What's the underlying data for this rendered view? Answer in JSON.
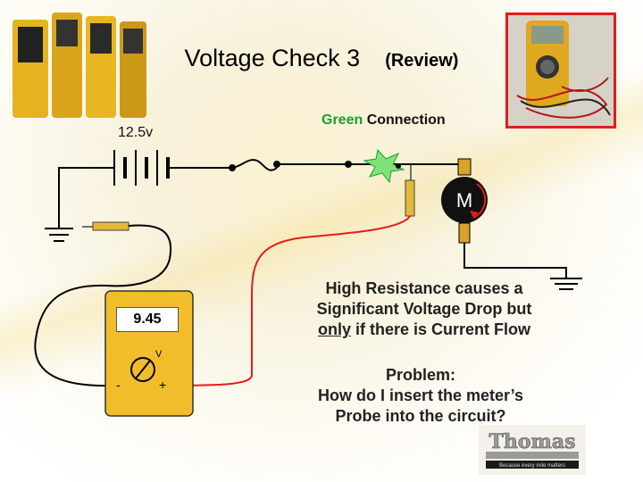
{
  "title": {
    "main": "Voltage Check 3",
    "sub": "(Review)"
  },
  "battery": {
    "voltage_label": "12.5v"
  },
  "probe_connection": {
    "color_word": "Green",
    "rest": " Connection"
  },
  "motor": {
    "label": "M"
  },
  "meter": {
    "reading": "9.45",
    "unit": "V",
    "neg": "-",
    "pos": "+"
  },
  "notes": {
    "line1": "High Resistance causes a",
    "line2": "Significant Voltage Drop but",
    "line3_underlined": "only",
    "line3_rest": " if there is Current Flow"
  },
  "problem": {
    "line1": "Problem:",
    "line2": "How do I insert the meter’s",
    "line3": "Probe into the circuit?"
  },
  "logo": {
    "brand": "Thomas",
    "tagline": "Because every mile matters"
  },
  "colors": {
    "accent_red": "#e41b1b",
    "green": "#1b9e2e",
    "meter_yellow": "#f2bd2b"
  }
}
